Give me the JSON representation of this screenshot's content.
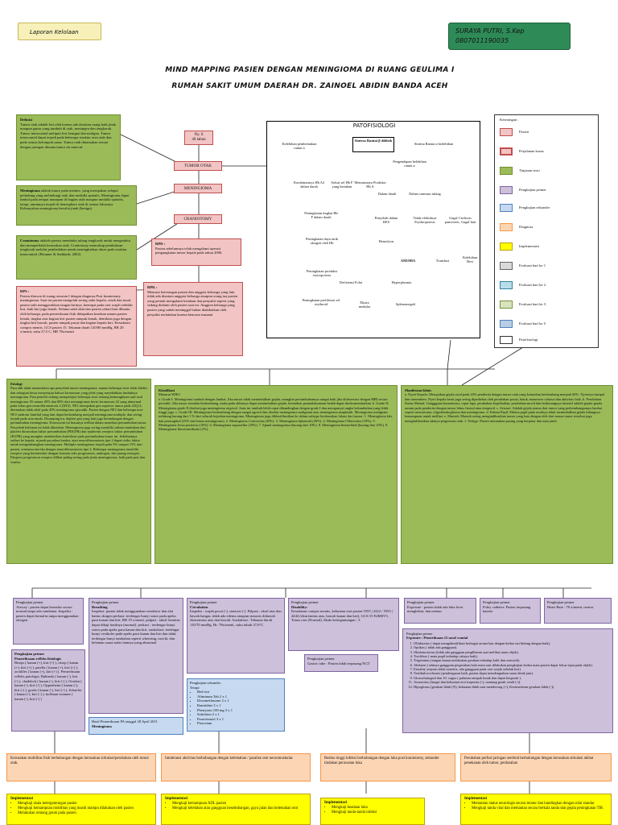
{
  "header": {
    "tag": "Laporan Kelolaan",
    "author_name": "SURAYA PUTRI, S.Kep",
    "author_id": "0807011190035",
    "title_line1": "MIND MAPPING PASIEN DENGAN MENINGIOMA DI RUANG GEULIMA I",
    "title_line2": "RUMAH SAKIT UMUM DAERAH DR. ZAINOEL ABIDIN BANDA ACEH"
  },
  "colors": {
    "green": "#9bbb59",
    "pink": "#f2c4c4",
    "purple": "#ccc0da",
    "blue": "#c6d9f1",
    "orange": "#fcd5b5",
    "yellow": "#ffff00",
    "author_bg": "#2e8b57"
  },
  "patient": {
    "label": "Ny. S",
    "age": "46 tahun"
  },
  "flow": {
    "tumor": "TUMOR OTAK",
    "meningioma": "MENINGIOMA",
    "craniotomy": "CRANIOTOMY"
  },
  "definisi": {
    "heading": "Definisi",
    "text": "Tumor otak adalah lesi oleh karena ada desakan ruang baik jinak maupun ganas yang tumbuh di otak, meningen dan tengkorak. Tumor intracranial meliputi lesi benigna dan maligna. Tumor intracranial dapat terjadi pada beberapa struktur area otak dan pada semua kelompok umur. Tumor otak dinamakan sesuai dengan jaringan dimana tumor itu muncul."
  },
  "meningioma_def": {
    "heading": "Meningioma",
    "text": "adalah tumor pada meninx, yang merupakan selaput pelindung yang melindungi otak dan medulla spinalis. Meningioma dapat timbul pada tempat manapun di bagian otak maupun medulla spinalis, tetapi, umumnya terjadi di hemisphere otak di semua lobusnya. Kebanyakan meningioma bersifat jinak (benign)."
  },
  "craniotomy_def": {
    "heading": "Craniotomy",
    "text": "adalah operasi membuka tulang tengkorak untuk mengetahui dan memperbaiki kerusakan otak. Craniotomy mencakup pembukaan tengkorak melalui pembedahan untuk meningkatkan akses pada struktur intracranial. (Brunner & Suddarth, 2002)"
  },
  "rps": {
    "heading": "RPS :",
    "text": "Pasien dirawat di ruang rawatan I dengan diagnosa Post kraniotomy meningioma. Saat ini pasien mengeluh sering sakit kepala, sesak dan mual, pasien sulit menggerakkan tangan kirinya, keempat pada otot wajah sebelah kiri, kaki kiri juga lemah. Selama sakit aktivitas pasien sehari-hari dibantu oleh keluarga, pada pemeriksaan fisik didapatkan keadaan umum pasien lemah, tingkat atas bagian kiri pasien tampak lemah, demikian juga dengan tingkat kiri bawah, pasien tampak pucat dan bagian kepala kiri. Kesadaran compos mentis, GCS pasien 15. Tekanan darah 120/80 mmHg, RR 20 x/menit, suhu 37,5 C, HR 78x/menit"
  },
  "rpd": {
    "heading": "RPD :",
    "text": "Pasien sebelumnya telah mengalami operasi pengangkatan tumor kepala pada tahun 2006."
  },
  "rpk": {
    "heading": "RPK :",
    "text": "Menurut keterangan pasien dan anggota keluarga yang lain tidak ada diantara anggota keluarga ataupun orang tua pasien yang pernah mengalami keadaan dan penyakit seperti yang sedang dialami oleh pasien saat ini. Anggota keluarga yang pasien yang sudah meninggal bukan diakibatkan oleh penyakit melainkan karena bencana tsunami"
  },
  "patofisiologi": {
    "title": "PATOFISIOLOGI",
    "center": "Sintesa Rantai β dihbek",
    "nodes": {
      "n1": "Kelebihan pembentukan rantai α",
      "n2": "Sintesa Rantai α berlebihan",
      "n3": "Kombinasinya Hb A2 dalam darah",
      "n4": "Solusi sel Hb F yang bertahan",
      "n5": "Menurunnya Produksi Hb A",
      "n6": "Pengendapan kelebihan rantai α",
      "n7": "Peningkatan tingkat Hb F dalam darah",
      "n8": "Dalam darah",
      "n9": "Dalam sumsum tulang",
      "n10": "Penyebab dalam RES",
      "n11": "Tidak efektifnya Erythropoiesis",
      "n12": "Gagal Cirrhosis pancreatic, Gagal hati",
      "n13": "Peningkatan daya tarik oksigen oleh Hb",
      "n14": "Hemolysis",
      "n15": "Peningkatan produksi erytropoiesis",
      "n16": "ANEMIA",
      "n17": "Transfusi",
      "n18": "Kelebihan Besi",
      "n19": "Defisiensi Folat",
      "n20": "Hyperplasmia",
      "n21": "Peningkatan proliferasi sel erythroid",
      "n22": "Ekstra medular",
      "n23": "Splenomegali"
    }
  },
  "legend": {
    "title": "Keterangan :",
    "items": [
      "Pasien",
      "Perjalanan kasus",
      "Tinjauan teori",
      "Pengkajian primer",
      "Pengkajian sekunder",
      "Diagnosa",
      "Implementasi",
      "Evaluasi hari ke 1",
      "Evaluasi hari ke 2",
      "Evaluasi hari ke 3",
      "Evaluasi hari ke 5",
      "Patofisiologi"
    ]
  },
  "etiologi": {
    "heading": "Etiologi",
    "text": "Para ahli tidak memastikan apa penyebab tumor meningioma, namun beberapa teori telah diteliti dan sebagian besar menyetujui bahwa kromosom yang jelek yang meyebabkan timbulnya meningioma. Para peneliti sedang mempelajari beberapa teori tentang kemungkinan asal usul meningioma. Di antara 40% dan 80% dari meningiomas berisi kromosom 22 yang abnormal pada lokus gen neurofibromatosis 2 (NF2). NF2 merupakan gen supresor tumor pada 22Q12, ditemukan tidak aktif pada 40% meningioma sporadik. Pasien dengan NF2 dan beberapa non-NF2 sindrom familial yang lain dapat berkembang menjadi meningioma multiple, dan sering terjadi pada usia muda. Disamping itu, deplesi gen yang lain juga berhubungan dengan pertumbuhan meningioma. Kromosom ini biasanya terlibat dalam menekan pertumbuhan tumor. Penyebab kelainan ini tidak diketahui. Meningioma juga sering memiliki salinan tambahan dari platelet diturunkan faktor pertumbuhan (PDGFR) dan epidermis reseptor faktor pertumbuhan (EGFR) yang mungkin memberikan kontribusi pada pertumbuhan tumor ini. Sebelumnya radiasi ke kepala, sejarah payudara kanker, atau neurofibromatosis tipe 2 dapat risiko faktor untuk mengembangkan meningioma. Multiple meningioma terjadi pada 5% sampai 15% dari pasien, terutama mereka dengan neurofibromatosis tipe 2. Beberapa meningioma memiliki reseptor yang berinteraksi dengan hormon seks progesteron, androgen, dan jarang estrogen. Ekspresi progesteron reseptor dilihat paling sering pada jinak meningiomas, baik pada pria dan wanita."
  },
  "klasifikasi": {
    "heading": "Klasifikasi",
    "intro": "Menurut WHO",
    "text": "a. Grade I: Meningioma tumbuh dengan lambat. Jika tumor tidak menimbulkan gejala, mungkin pertumbuhannya sangat baik jika diobservasi dengan MRI secara periodik. Jika tumor semakin berkembang, maka pada akhirnya dapat menimbulkan gejala, kemudian penatalaksanaan bedah dapat direkomendasikan. b. Grade II: Meningioma grade II disebut juga meningioma atypical. Jenis ini tumbuh lebih cepat dibandingkan dengan grade I dan mempunyai angka kekambuhan yang lebih tinggi juga. c. Grade III: Meningioma berkembang dengan sangat agresif dan disebut meningioma malignant atau meningioma anaplastik. Meningioma malignant terhitung kurang dari 1 % dari seluruh kejadian meningioma. Meningioma juga diklasifikasikan ke dalam subtype berdasarkan lokasi dari tumor: 1. Meningioma falx dan parasagittal (25% dari kasus meningioma). 2. Meningioma Convexitas (20%). 3. Meningioma Sphenoid (20%). 4. Meningioma Olfactorius (10%). 5. Meningioma fossa posterior (10%). 6. Meningioma suprasellar (10%). 7. Spinal meningioma (kurang dari 10%). 8. Meningioma Intraorbital (kurang dari 10%). 9. Meningioma Intraventrikular (2%)."
  },
  "manifestasi": {
    "heading": "Manifestasi klinis",
    "text": "a. Nyeri Kepala: Merupakan gejala awal pada 20% penderita dengan tumor otak yang kemudian berkembang menjadi 60%. Nyerinya tumpul dan intermitten. Nyeri kepala berat juga sering diperhebat oleh perubahan posisi, batuk, maneuver valsava dan aktivitas fisik. b. Perubahan Status Mental: Ganggguan konsentrasi, cepat lupa, perubahan kepribadian, perubahan mood dan berkurangnya inisiatif adalah gejala-gejala umum pada penderita dengan tumor lobus frontal atau temporal. c. Seizure: Adalah gejala utama dari tumor yang perkembangannya lambat seperti astrositoma, oligodendroglioma dan meningioma. d. Edema Papil: Edema papil pada awalnya tidak menimbulkan gejala hilangnya kemampuan untuk melihat. e. Muntah: Muntah sering mengindikasikan tumor yang luas dengan efek dari massa tumor tersebut juga mengindikasikan adanya pergeseran otak. f. Vertigo: Pasien merasakan pusing yang berputar dan mau jatuh"
  },
  "primer_airway": {
    "heading": "Pengkajian primer",
    "text": "Airway : pasien dapat bernafas secara normal tanpa ada sumbatan. Inspeksi : pasien dapat bernafas tanpa menggunakan oksigen"
  },
  "primer_breathing": {
    "heading": "Pengkajian primer",
    "sub": "Breathing",
    "text": "Inspeksi: pasien tidak menggunakan ventilator dan alat bantu oksigen perkusi: terdengar bunyi sonor pada apeks paru kanan dan kiri, RR 19 x/menit. palpasi : taktil fremitus dapat dikaji hasilnya (normal). perkusi : terdengar bunyi sonor pada apeks paru kanan dan kiri. auskultasi: terdengar bunyi vesikuler pada apeks paru kanan dan kiri dan tidak terdengar bunyi tambahan seperti wheezing, ronchi, dan kelainan suara nafas lainnya yang abnormal"
  },
  "primer_circulation": {
    "heading": "Pengkajian primer",
    "sub": "Circulation",
    "text": "Inspeksi : wajah pucat (-), sianosis (-). Palpasi : akral atas dan bawah hangat, tidak ada edema ataupun sianosis didaerah ekstremitas atas dan bawah. Auskultasi : Tekanan darah 110/70 mmHg, Hr: 78x/menit, suhu tubuh 37,6°C."
  },
  "primer_disability": {
    "heading": "Pengkajian primer",
    "sub": "Disability:",
    "text": "Kesadaran compos mentis, kekuatan otot pasien 5555 | 2222 / 5555 | 4444 (ekstremitas atas, bawah kanan dan kiri), GCS:15 E4M6V5, Tonus otot (Normal), Skala ketergantungan : 3"
  },
  "primer_exposure": {
    "heading": "Pengkajian primer",
    "text": "Exposure : pasien tidak ada luka lecet menghebat, dan memar"
  },
  "primer_foley": {
    "heading": "Pengkajian primer",
    "text": "Foley catheter: Pasien terpasang kateter"
  },
  "primer_heart": {
    "heading": "Pengkajian primer",
    "text": "Heart Rate : 78 x/menit, teratur"
  },
  "primer_refleks": {
    "heading": "Pengkajian primer",
    "sub": "Pemeriksaan refleks fisiologis",
    "text": "Biseps ( kanan (+), kiri (+) ), trisep ( kanan (+), kiri (+) ), patella ( kanan (+), kiri (+) ), archilles ( kanan (+), kiri (+) ). Pemeriksaan refleks patologis: Babinski ( kanan (-), kiri (-) ), chaddock ( kanan (-), kiri (-) ), Oordon ( kanan (-), kiri (-) ), Oppenheim ( kanan (-), kiri (-) ), gorda ( kanan (-), kiri (-) ), Schaefer ( kanan (-), kiri (-) ), hoffman tromner ( kanan (-), kiri (-) )"
  },
  "primer_gastric": {
    "heading": "Pengkajian primer",
    "text": "Gastric tube : Pasien tidak terpasang NGT"
  },
  "pemeriksaan_pa": {
    "text": "Hasil Pemeriksaan PA tanggal 28 April 2011",
    "result": "Meningioma"
  },
  "sekunder": {
    "heading": "Pengkajian sekunder",
    "sub": "Terapi",
    "items": [
      "Bed rest",
      "Aliminum Tab 2 x 1",
      "Dexamethasone 2 x 1",
      "Ranitidine 3 x 1",
      "Phenytoin 100 mg 3 x 1",
      "Sohobion 2 x 1",
      "Paracetamol 3 x 1",
      "Piracetam"
    ]
  },
  "cranial": {
    "heading": "Pengkajian primer",
    "sub": "Exposure : Pemeriksaan 12 saraf cranial",
    "items": [
      "Olfaktorius ( dapat mengidentifikasi berbagai aroma bau dengan kedua sisi hidung dengan baik).",
      "Optikus ( tidak ada gangguan).",
      "Okulomotorius (tidak ada gangguan penglihatan saat melihat suatu objek).",
      "Trochlear ( mata pupil terhadap cahaya baik).",
      "Trigeminus (tangan kanan melakukan gerakan terhadap kulit dan sensorik).",
      "Abdusen ( adanya gangguan pergerakan bola mata saat dilakukan pengkajian kedua mata pasien dapat fokus tepat pada objek).",
      "Fasialis( senyum tidak simetris, ada gangguan pada otot wajah sebelah kiri).",
      "Vestibulocochearis (pendengaran baik, pasien dapat mendengarkan suara detak jam).",
      "Glossofaringeal dan 10. vagus ( palatum tampak lunak dan dapat bergerak ).",
      "Assesorius (fungsi dan kekuatan otot trapezius (-), nontang gerak cendi (-)).",
      "Hipoglosus (gerakan lidah (N), kekuatan lidah saat mendorong (+), Kesimetrisan gerakan lidah (-))"
    ]
  },
  "diagnosa": [
    {
      "text": "Kerusakan mobilitas fisik berhubungan dengan kerusakan sirkulasi/perubahan oleh tumor otak."
    },
    {
      "text": "Intoleransi aktivitas berhubungan dengan kelemahan / paralise otot neuromuskular."
    },
    {
      "text": "Resiko tinggi infeksi berhubungan dengan luka post kraniotomy, sekunder tindakan perawatan luka"
    },
    {
      "text": "Perubahan perfusi jaringan serebral berhubungan dengan kerusakan sirkulasi akibat penekanan oleh tumor, perdarahan"
    }
  ],
  "implementasi": [
    {
      "heading": "Implementasi",
      "items": [
        "Mengkaji skala ketergantungan pasien",
        "Mengkaji kemampuan mobilitas yang masih mampu dilakukan oleh pasien",
        "Melakukan rentang gerak pada pasien"
      ]
    },
    {
      "heading": "Implementasi",
      "items": [
        "Mengkaji kemampuan ADL pasien",
        "Mengkaji kelelahan atau gangguan keseimbangan, gaya jalan dan kelemahan otot"
      ]
    },
    {
      "heading": "Implementasi",
      "items": [
        "Mengkaji keadaan luka",
        "Mengkaji tanda-tanda infeksi"
      ]
    },
    {
      "heading": "Implementasi",
      "items": [
        "Memantau status neurologis secara teratur dan bandingkan dengan nilai standar",
        "Mengkaji tanda vital dan memantau secara berkala tanda dan gejala peningkatan TIK"
      ]
    }
  ]
}
